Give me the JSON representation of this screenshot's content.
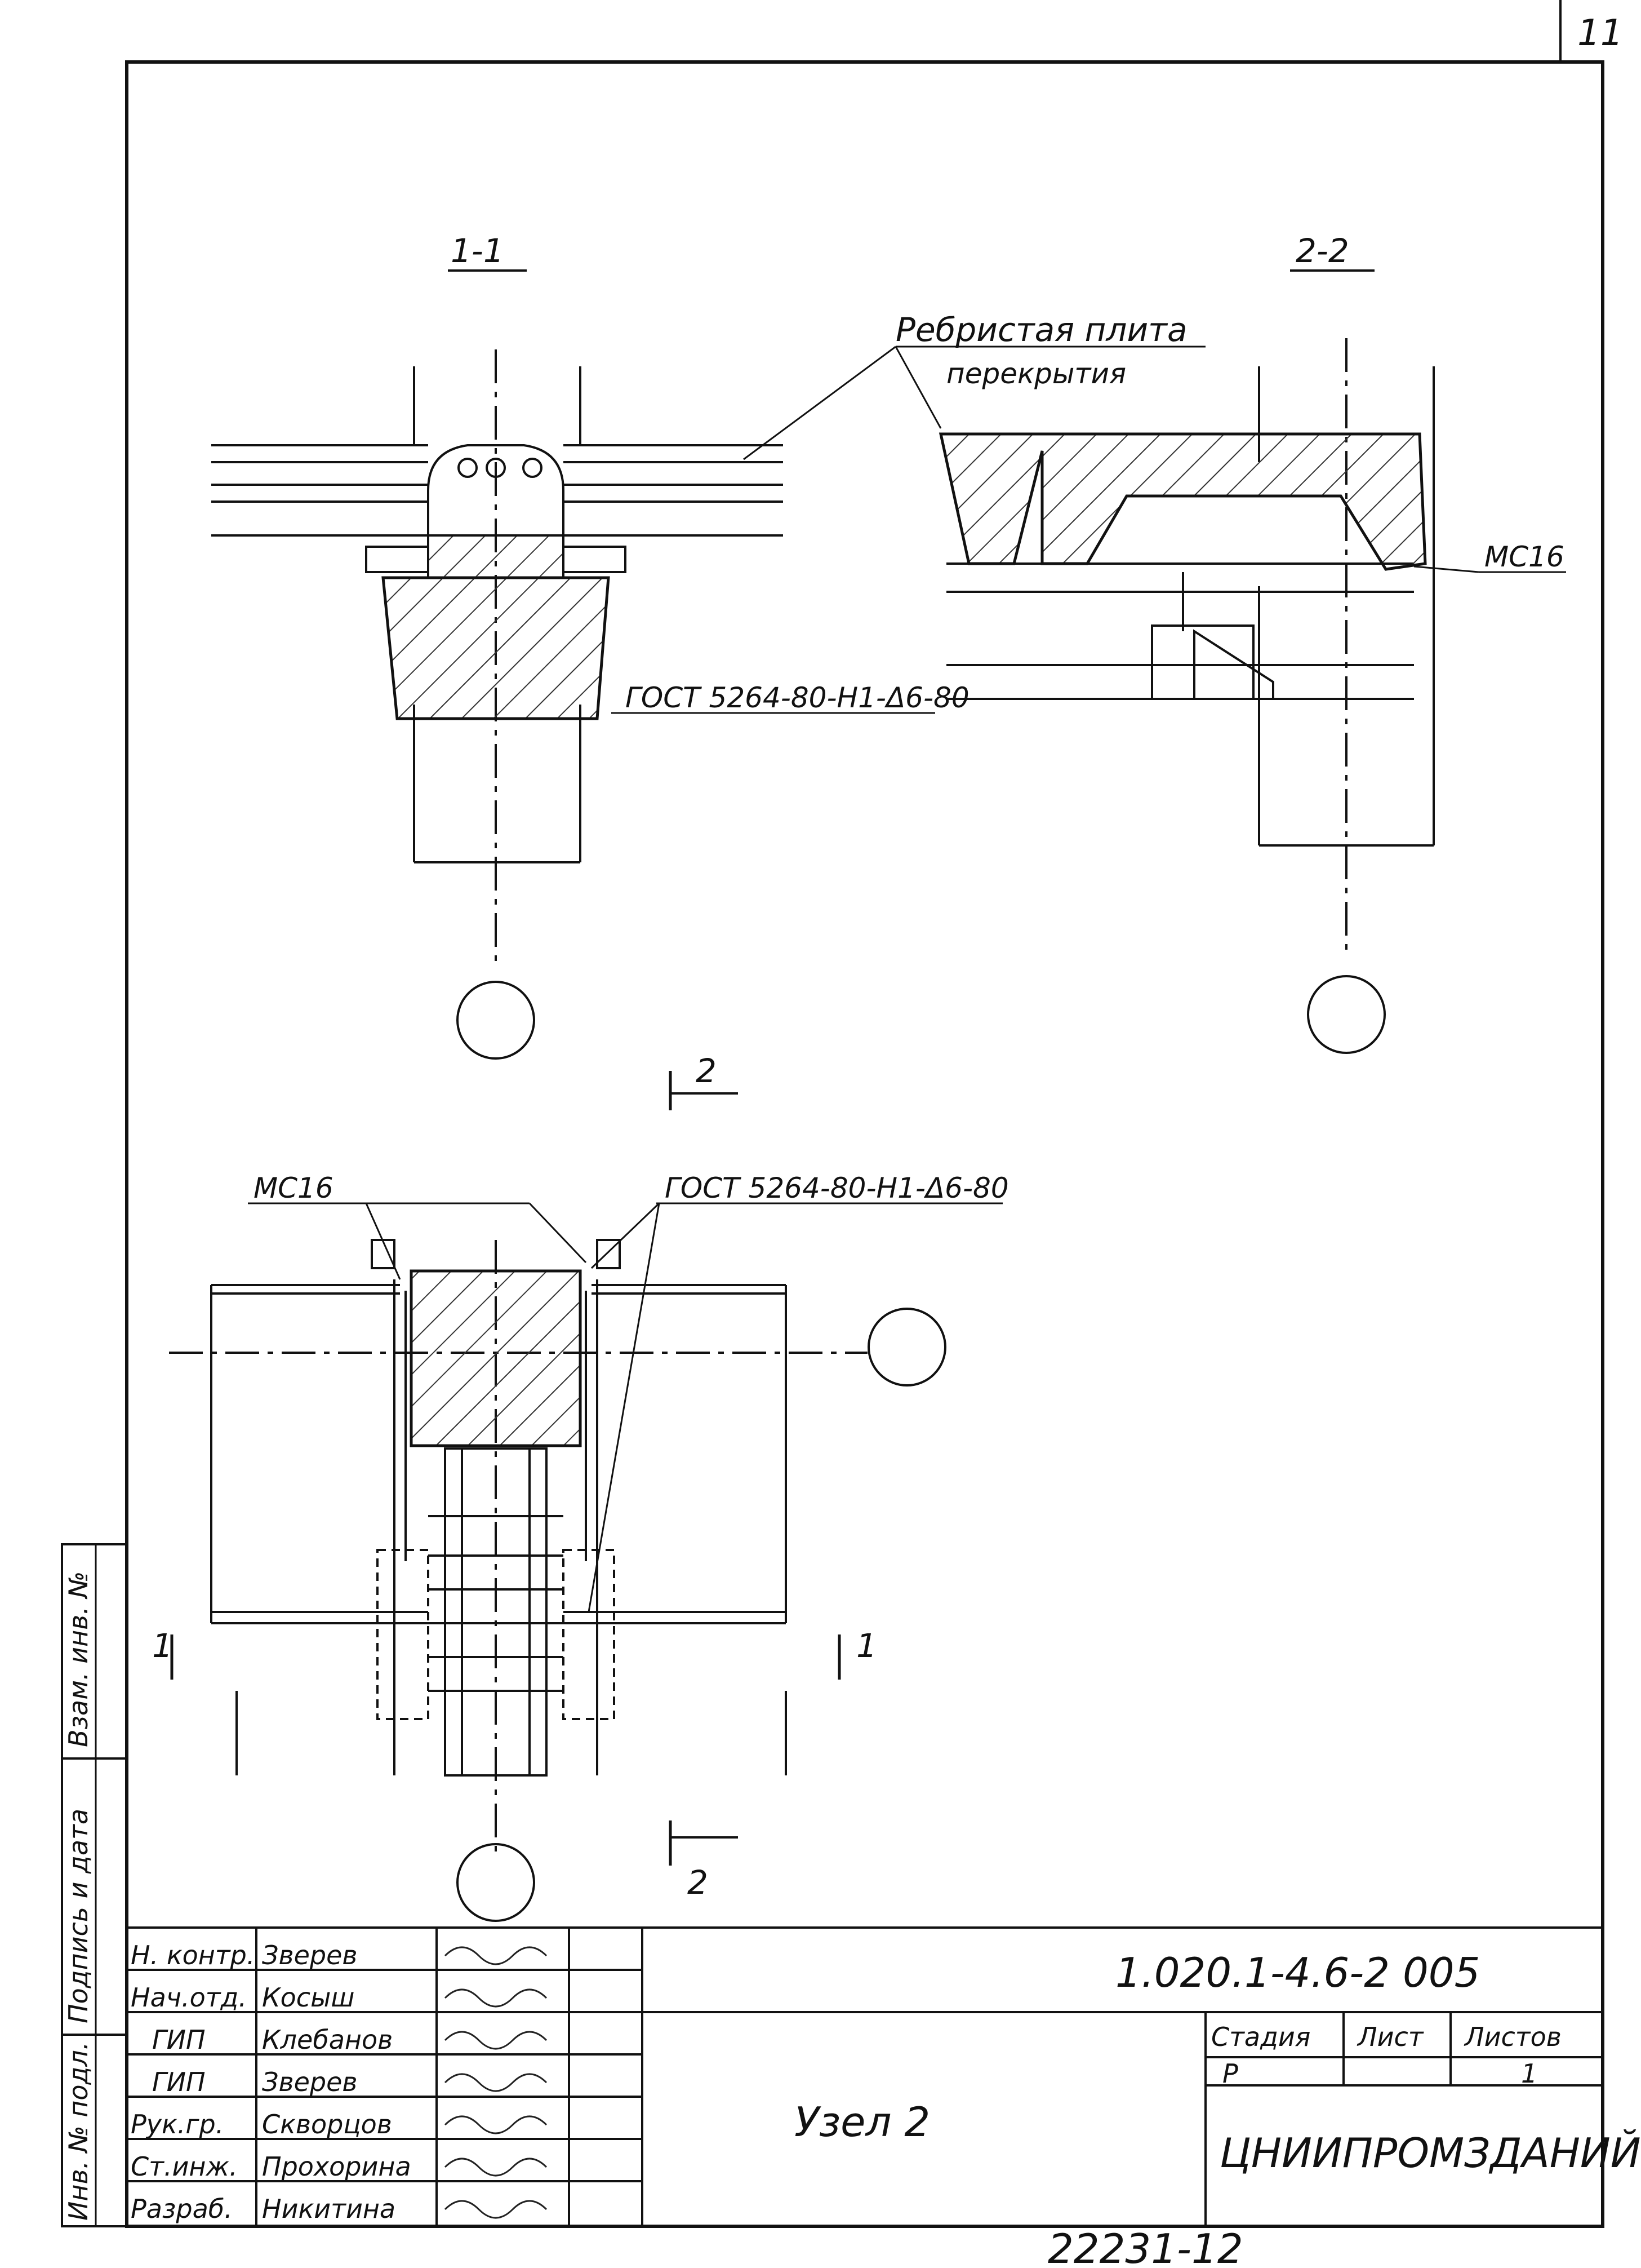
{
  "sheet_number": "11",
  "sections": {
    "section_1_1": "1-1",
    "section_2_2": "2-2"
  },
  "callouts": {
    "ribbed_slab_line1": "Ребристая плита",
    "ribbed_slab_line2": "перекрытия",
    "gost_top": "ГОСТ 5264-80-Н1-Δ6-80",
    "mc16_right": "МС16",
    "mc16_plan": "МС16",
    "gost_plan": "ГОСТ 5264-80-Н1-Δ6-80"
  },
  "cut_marks": {
    "cut2_top": "2",
    "cut2_bottom": "2",
    "cut1_left": "1",
    "cut1_right": "1"
  },
  "side_stamp": {
    "inv_orig": "Инв. № подл.",
    "sign_date": "Подпись и дата",
    "replace_inv": "Взам. инв. №"
  },
  "title_block": {
    "doc_code": "1.020.1-4.6-2 005",
    "title": "Узел 2",
    "organization": "ЦНИИПРОМЗДАНИЙ",
    "stage_header": "Стадия",
    "sheet_header": "Лист",
    "sheets_header": "Листов",
    "stage_value": "Р",
    "sheets_value": "1",
    "rows": [
      {
        "role": "Н. контр.",
        "name": "Зверев"
      },
      {
        "role": "Нач.отд.",
        "name": "Косыш"
      },
      {
        "role": "ГИП",
        "name": "Клебанов"
      },
      {
        "role": "ГИП",
        "name": "Зверев"
      },
      {
        "role": "Рук.гр.",
        "name": "Скворцов"
      },
      {
        "role": "Ст.инж.",
        "name": "Прохорина"
      },
      {
        "role": "Разраб.",
        "name": "Никитина"
      }
    ]
  },
  "bottom_number": "22231-12"
}
